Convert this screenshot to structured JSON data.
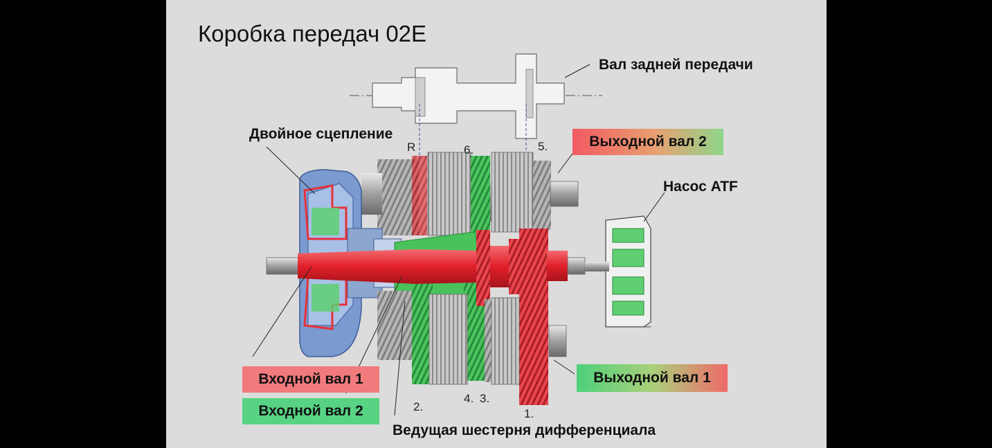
{
  "title": "Коробка передач 02E",
  "labels": {
    "reverse_shaft": "Вал задней передачи",
    "dual_clutch": "Двойное сцепление",
    "output_shaft_2": "Выходной вал 2",
    "atf_pump": "Насос ATF",
    "input_shaft_1": "Входной вал 1",
    "input_shaft_2": "Входной вал 2",
    "output_shaft_1": "Выходной вал 1",
    "diff_gear": "Ведущая шестерня дифференциала"
  },
  "gear_numbers": {
    "r": "R",
    "six": "6.",
    "five": "5.",
    "two": "2.",
    "four": "4.",
    "three": "3.",
    "one": "1."
  },
  "colors": {
    "input_shaft_1": "#e8313b",
    "input_shaft_2": "#3fbf52",
    "housing": "#5b7fb5",
    "gear_steel": "#a9a9a9"
  }
}
